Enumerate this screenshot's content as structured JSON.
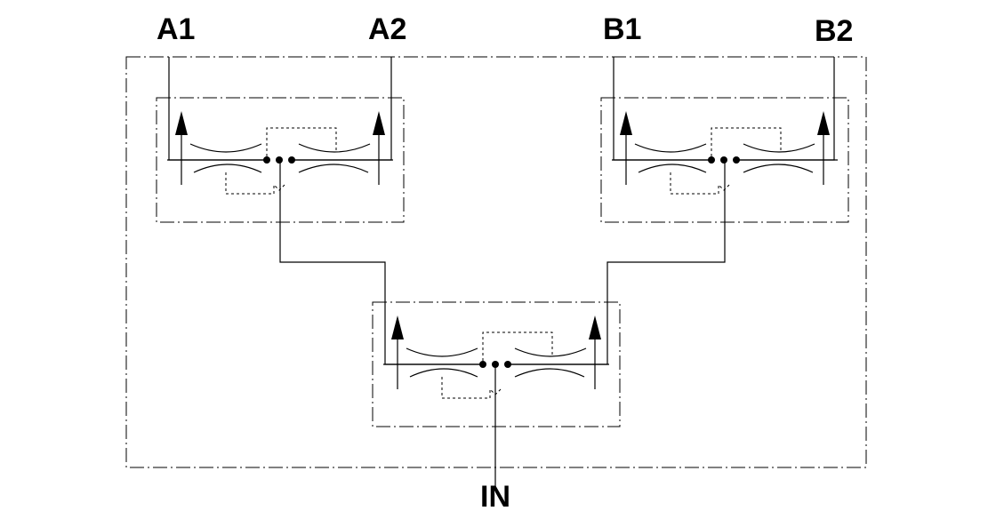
{
  "ports": {
    "a1": "A1",
    "a2": "A2",
    "b1": "B1",
    "b2": "B2",
    "in": "IN"
  },
  "colors": {
    "line": "#000000",
    "background": "#ffffff"
  }
}
